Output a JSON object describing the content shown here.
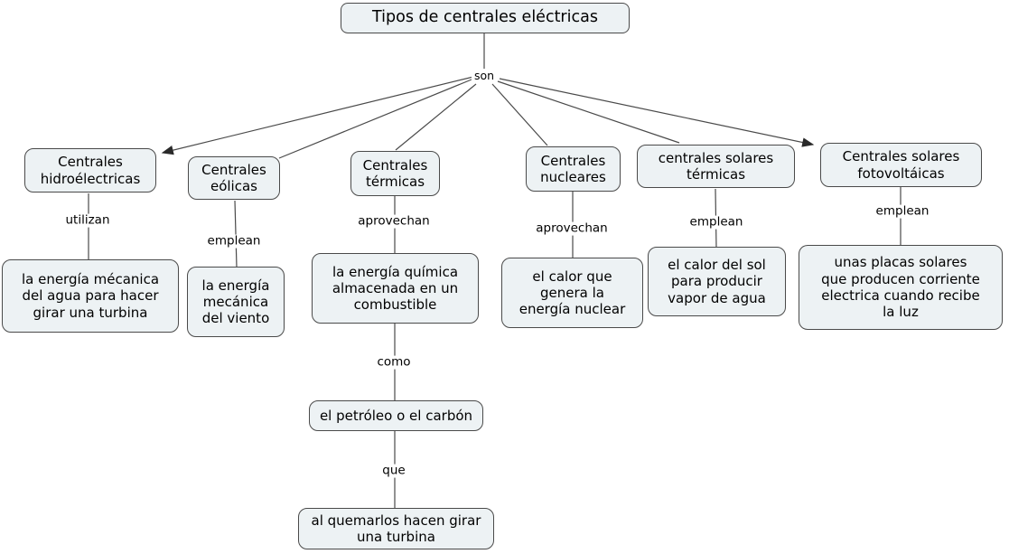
{
  "diagram": {
    "title": "Tipos de centrales eléctricas",
    "root_connector": "son",
    "colors": {
      "node_fill": "#edf2f4",
      "node_border": "#4a4a4a",
      "line": "#4a4a4a",
      "background": "#ffffff"
    },
    "branches": [
      {
        "id": "hidroelectricas",
        "concept": "Centrales\nhidroélectricas",
        "link": "utilizan",
        "detail": "la energía mécanica\ndel agua para hacer\ngirar una turbina"
      },
      {
        "id": "eolicas",
        "concept": "Centrales\neólicas",
        "link": "emplean",
        "detail": "la energía\nmecánica\ndel viento"
      },
      {
        "id": "termicas",
        "concept": "Centrales\ntérmicas",
        "link": "aprovechan",
        "detail": "la energía química\nalmacenada en un\ncombustible"
      },
      {
        "id": "nucleares",
        "concept": "Centrales\nnucleares",
        "link": "aprovechan",
        "detail": "el calor que\ngenera la\nenergía nuclear"
      },
      {
        "id": "solares-termicas",
        "concept": "centrales solares\ntérmicas",
        "link": "emplean",
        "detail": "el calor del sol\npara producir\nvapor de agua"
      },
      {
        "id": "solares-fotovoltaicas",
        "concept": "Centrales solares\nfotovoltáicas",
        "link": "emplean",
        "detail": "unas placas solares\nque producen corriente\nelectrica cuando recibe\nla luz"
      }
    ],
    "termicas_chain": {
      "link1": "como",
      "node1": "el petróleo o el carbón",
      "link2": "que",
      "node2": "al quemarlos hacen girar\nuna turbina"
    }
  }
}
